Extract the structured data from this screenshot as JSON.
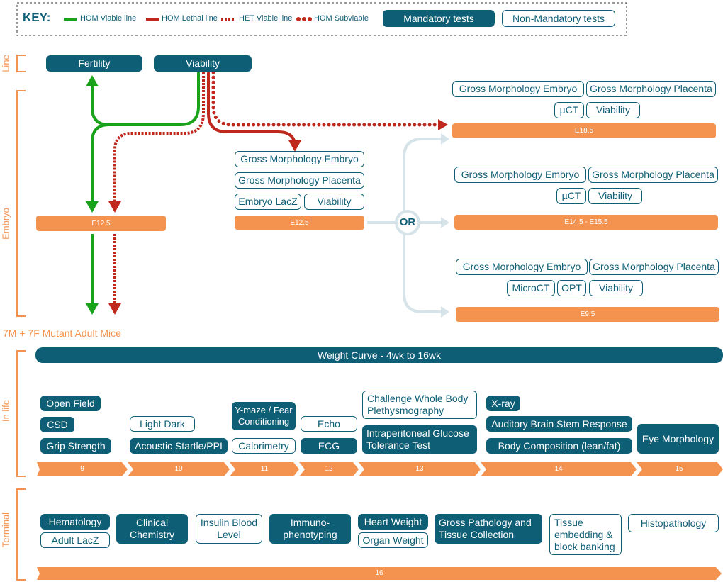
{
  "key": {
    "title": "KEY:",
    "hom_viable": "HOM Viable line",
    "hom_lethal": "HOM Lethal line",
    "het_viable": "HET Viable line",
    "hom_subviable": "HOM Subviable",
    "mandatory": "Mandatory tests",
    "non_mandatory": "Non-Mandatory tests"
  },
  "colors": {
    "teal": "#0e5e75",
    "orange": "#f49350",
    "green": "#1aa31a",
    "red": "#c0281e",
    "light_blue": "#d6e4ea"
  },
  "sections": {
    "line": "Line",
    "embryo": "Embryo",
    "in_life": "In life",
    "terminal": "Terminal"
  },
  "line": {
    "fertility": "Fertility",
    "viability": "Viability"
  },
  "embryo": {
    "e12_left": "E12.5",
    "e12_mid": "E12.5",
    "mid_tests": {
      "gme": "Gross Morphology Embryo",
      "gmp": "Gross Morphology Placenta",
      "lacz": "Embryo LacZ",
      "viability": "Viability"
    },
    "or_label": "OR",
    "e18": {
      "bar": "E18.5",
      "gme": "Gross Morphology Embryo",
      "gmp": "Gross Morphology Placenta",
      "uct": "µCT",
      "viability": "Viability"
    },
    "e14": {
      "bar": "E14.5 - E15.5",
      "gme": "Gross Morphology Embryo",
      "gmp": "Gross Morphology Placenta",
      "uct": "µCT",
      "viability": "Viability"
    },
    "e9": {
      "bar": "E9.5",
      "gme": "Gross Morphology Embryo",
      "gmp": "Gross Morphology Placenta",
      "microct": "MicroCT",
      "opt": "OPT",
      "viability": "Viability"
    },
    "adult_mice": "7M + 7F Mutant Adult Mice"
  },
  "in_life": {
    "weight_curve": "Weight Curve - 4wk to 16wk",
    "week9": [
      "Open Field",
      "CSD",
      "Grip Strength"
    ],
    "week10": [
      "Light Dark",
      "Acoustic Startle/PPI"
    ],
    "week11": [
      "Y-maze / Fear Conditioning",
      "Calorimetry"
    ],
    "week12": [
      "Echo",
      "ECG"
    ],
    "week13": [
      "Challenge Whole Body Plethysmography",
      "Intraperitoneal Glucose Tolerance Test"
    ],
    "week14": [
      "X-ray",
      "Auditory Brain Stem Response",
      "Body Composition (lean/fat)"
    ],
    "week15": [
      "Eye Morphology"
    ],
    "weeks": [
      "9",
      "10",
      "11",
      "12",
      "13",
      "14",
      "15"
    ]
  },
  "terminal": {
    "hematology": "Hematology",
    "adult_lacz": "Adult LacZ",
    "clinical_chemistry": "Clinical Chemistry",
    "insulin": "Insulin Blood Level",
    "immuno": "Immuno-phenotyping",
    "heart_weight": "Heart Weight",
    "organ_weight": "Organ Weight",
    "gross_pathology": "Gross Pathology and Tissue Collection",
    "tissue_embedding": "Tissue embedding & block banking",
    "histopathology": "Histopathology",
    "week": "16"
  }
}
